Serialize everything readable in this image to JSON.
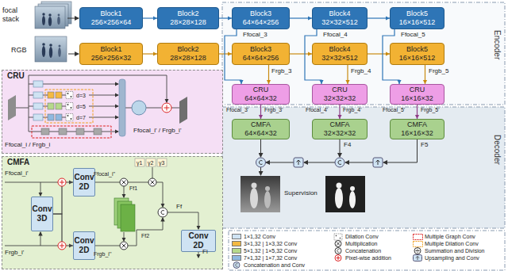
{
  "diagram": {
    "nodes": [
      {
        "text": [
          "Block1",
          "256×256×64"
        ]
      },
      {
        "text": [
          "Block2",
          "28×28×128"
        ]
      },
      {
        "text": [
          "Block3",
          "64×64×256"
        ]
      },
      {
        "text": [
          "Block4",
          "32×32×512"
        ]
      },
      {
        "text": [
          "Block5",
          "16×16×512"
        ]
      },
      {
        "text": [
          "Block1",
          "256×256×32"
        ]
      },
      {
        "text": [
          "Block2",
          "28×28×128"
        ]
      },
      {
        "text": [
          "Block3",
          "64×64×256"
        ]
      },
      {
        "text": [
          "Block4",
          "32×32×512"
        ]
      },
      {
        "text": [
          "Block5",
          "16×16×512"
        ]
      },
      {
        "text": [
          "CRU",
          "64×64×32"
        ]
      },
      {
        "text": [
          "CRU",
          "32×32×32"
        ]
      },
      {
        "text": [
          "CRU",
          "16×16×32"
        ]
      },
      {
        "text": [
          "CMFA",
          "64×64×32"
        ]
      },
      {
        "text": [
          "CMFA",
          "32×32×32"
        ]
      },
      {
        "text": [
          "CMFA",
          "16×16×32"
        ]
      },
      {
        "text": [
          "CRU"
        ]
      },
      {
        "text": [
          "CMFA"
        ]
      },
      {
        "text": [
          "Conv 3D"
        ],
        "in": 17
      },
      {
        "text": [
          "Conv 2D"
        ],
        "in": 17
      },
      {
        "text": [
          "Conv 2D"
        ],
        "in": 17
      },
      {
        "text": [
          "Conv 2D"
        ],
        "in": 17
      }
    ],
    "edges": [
      {
        "from": 0,
        "to": 1,
        "arrow": "to"
      },
      {
        "from": 1,
        "to": 2,
        "arrow": "to"
      },
      {
        "from": 2,
        "to": 3,
        "arrow": "to"
      },
      {
        "from": 3,
        "to": 4,
        "arrow": "to"
      },
      {
        "from": 5,
        "to": 6,
        "arrow": "to"
      },
      {
        "from": 6,
        "to": 7,
        "arrow": "to"
      },
      {
        "from": 7,
        "to": 8,
        "arrow": "to"
      },
      {
        "from": 8,
        "to": 9,
        "arrow": "to"
      },
      {
        "from": 2,
        "to": 10,
        "arrow": "to"
      },
      {
        "from": 3,
        "to": 11,
        "arrow": "to"
      },
      {
        "from": 4,
        "to": 12,
        "arrow": "to"
      },
      {
        "from": 7,
        "to": 10,
        "arrow": "to"
      },
      {
        "from": 8,
        "to": 11,
        "arrow": "to"
      },
      {
        "from": 9,
        "to": 12,
        "arrow": "to"
      },
      {
        "from": 10,
        "to": 13,
        "arrow": "to"
      },
      {
        "from": 11,
        "to": 14,
        "arrow": "to"
      },
      {
        "from": 12,
        "to": 15,
        "arrow": "to"
      },
      {
        "from": 18,
        "to": 19,
        "arrow": "to"
      },
      {
        "from": 18,
        "to": 20,
        "arrow": "to"
      }
    ],
    "labels": [
      "focal stack",
      "RGB",
      "Ffocal_3",
      "Ffocal_4",
      "Ffocal_5",
      "Frgb_3",
      "Frgb_4",
      "Frgb_5",
      "Encoder",
      "Ffocal_3'",
      "Frgb_3'",
      "Ffocal_4'",
      "Frgb_4'",
      "Ffocal_5'",
      "Frgb_5'",
      "F4",
      "F5",
      "Decoder",
      "Supervision",
      "d=3",
      "d=5",
      "d=7",
      "Ffocal_i / Frgb_i",
      "Ffocal_i' / Frgb_i'",
      "Ffocal_i'",
      "Frgb_i'",
      "Ffocal_i''",
      "Frgb_i''",
      "γ1",
      "γ2",
      "γ3",
      "Ff1",
      "Ff2",
      "Ff",
      "Fi"
    ],
    "legend": [
      {
        "text": "1×1,32 Conv",
        "color": "#cfe3f3"
      },
      {
        "text": "3×1,32 | 1×3,32 Conv",
        "color": "#f4b942"
      },
      {
        "text": "5×1,32 | 1×5,32 Conv",
        "color": "#b6d98b"
      },
      {
        "text": "7×1,32 | 1×7,32 Conv",
        "color": "#8fb8e0"
      },
      {
        "text": "Concatenation and Conv"
      },
      {
        "text": "Dilation Conv"
      },
      {
        "text": "Multiplication"
      },
      {
        "text": "Concatenation"
      },
      {
        "text": "Pixel-wise addition"
      },
      {
        "text": "Multiple Graph Conv"
      },
      {
        "text": "Multiple Dilation Conv"
      },
      {
        "text": "Summation and Division"
      },
      {
        "text": "Upsampling and Conv"
      }
    ]
  }
}
